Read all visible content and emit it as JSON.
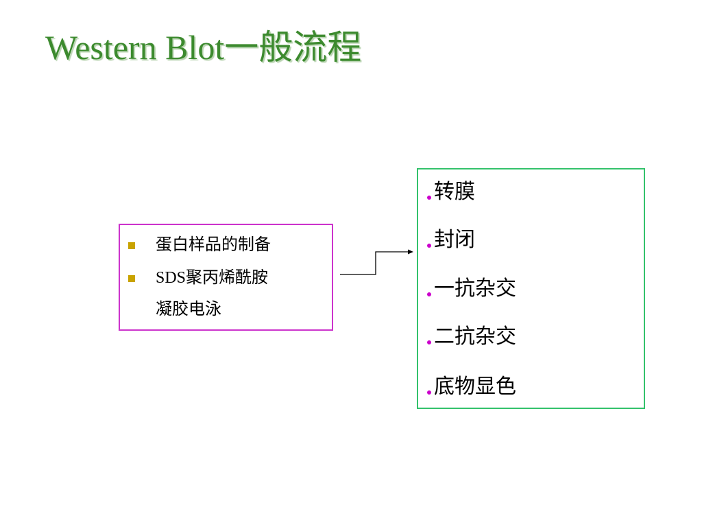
{
  "title": "Western Blot一般流程",
  "prep_box": {
    "items": [
      {
        "line1": "蛋白样品的制备"
      },
      {
        "latin": "SDS",
        "line1_rest": "聚丙烯酰胺",
        "line2": "凝胶电泳"
      }
    ]
  },
  "steps_box": {
    "items": [
      "转膜",
      "封闭",
      "一抗杂交",
      "二抗杂交",
      "底物显色"
    ]
  },
  "colors": {
    "title": "#3c8a2e",
    "left_border": "#cc33cc",
    "right_border": "#33c26b",
    "square_bullet": "#c9a300",
    "dot_bullet": "#cc00cc"
  }
}
